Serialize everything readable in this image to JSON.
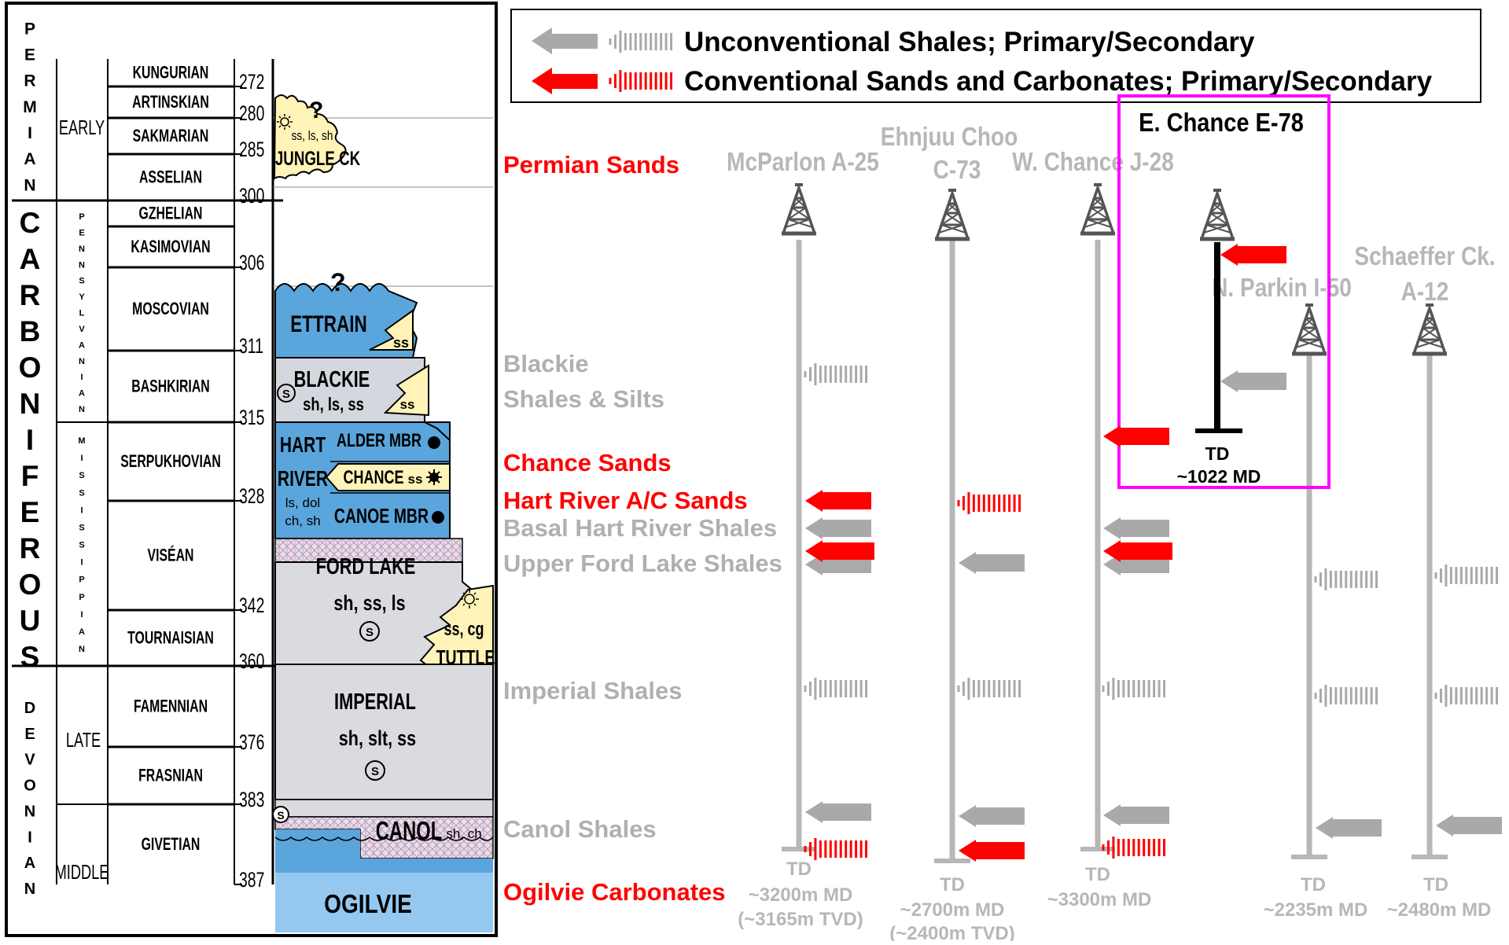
{
  "colors": {
    "unconventional": "#a9a9a9",
    "conventional": "#ff0000",
    "highlight_box": "#ff00ff",
    "ettrain_fill": "#5aa5dc",
    "blackie_fill": "#d4d7de",
    "jungle_fill": "#fff3b8",
    "ogilvie_fill": "#95c8f0",
    "imperial_fill": "#d9dbdf",
    "well_gray": "#b7b7b7"
  },
  "legend": {
    "unconventional": "Unconventional Shales; Primary/Secondary",
    "conventional": "Conventional Sands and Carbonates; Primary/Secondary"
  },
  "stratigraphic_column": {
    "periods": [
      {
        "letters": [
          "P",
          "E",
          "R",
          "M",
          "I",
          "A",
          "N"
        ]
      },
      {
        "letters": [
          "C",
          "A",
          "R",
          "B",
          "O",
          "N",
          "I",
          "F",
          "E",
          "R",
          "O",
          "U",
          "S"
        ]
      },
      {
        "letters": [
          "D",
          "E",
          "V",
          "O",
          "N",
          "I",
          "A",
          "N"
        ]
      }
    ],
    "subperiods": [
      {
        "letters": [
          "P",
          "E",
          "N",
          "N",
          "S",
          "Y",
          "L",
          "V",
          "A",
          "N",
          "I",
          "A",
          "N"
        ]
      },
      {
        "letters": [
          "M",
          "I",
          "S",
          "S",
          "I",
          "S",
          "S",
          "I",
          "P",
          "P",
          "I",
          "A",
          "N"
        ]
      }
    ],
    "epochs": [
      "EARLY",
      "LATE",
      "MIDDLE"
    ],
    "stages": [
      "KUNGURIAN",
      "ARTINSKIAN",
      "SAKMARIAN",
      "ASSELIAN",
      "GZHELIAN",
      "KASIMOVIAN",
      "MOSCOVIAN",
      "BASHKIRIAN",
      "SERPUKHOVIAN",
      "VISÉAN",
      "TOURNAISIAN",
      "FAMENNIAN",
      "FRASNIAN",
      "GIVETIAN"
    ],
    "ages": [
      "272",
      "280",
      "285",
      "300",
      "306",
      "311",
      "315",
      "328",
      "342",
      "360",
      "376",
      "383",
      "387"
    ],
    "formations": {
      "jungle": {
        "name": "JUNGLE CK",
        "lith": "ss, ls, sh"
      },
      "ettrain": {
        "name": "ETTRAIN",
        "lith": "ss"
      },
      "blackie": {
        "name": "BLACKIE",
        "lith": "sh, ls, ss",
        "side": "ss"
      },
      "hart": {
        "name1": "HART",
        "name2": "RIVER",
        "lith1": "ls, dol",
        "lith2": "ch, sh"
      },
      "alder": "ALDER MBR",
      "chance": {
        "name": "CHANCE",
        "lith": "ss"
      },
      "canoe": "CANOE MBR",
      "ford": {
        "name": "FORD LAKE",
        "lith": "sh, ss, ls"
      },
      "tuttle": {
        "name": "TUTTLE",
        "lith": "ss, cg"
      },
      "imperial": {
        "name": "IMPERIAL",
        "lith": "sh, slt, ss"
      },
      "canol": {
        "name": "CANOL",
        "lith": "sh, ch"
      },
      "ogilvie": "OGILVIE",
      "q": "?",
      "s": "S"
    }
  },
  "targets": [
    {
      "label": "Permian Sands",
      "color": "#ff0000"
    },
    {
      "label": "Blackie",
      "color": "#b0b0b0"
    },
    {
      "label": "Shales & Silts",
      "color": "#b0b0b0"
    },
    {
      "label": "Chance Sands",
      "color": "#ff0000"
    },
    {
      "label": "Hart River A/C Sands",
      "color": "#ff0000"
    },
    {
      "label": "Basal Hart River Shales",
      "color": "#b0b0b0"
    },
    {
      "label": "Upper Ford Lake Shales",
      "color": "#b0b0b0"
    },
    {
      "label": "Imperial Shales",
      "color": "#b0b0b0"
    },
    {
      "label": "Canol Shales",
      "color": "#b0b0b0"
    },
    {
      "label": "Ogilvie Carbonates",
      "color": "#ff0000"
    }
  ],
  "wells": [
    {
      "name": "McParlon A-25",
      "td_label": "TD",
      "td_depth": "~3200m MD",
      "td_tvd": "(~3165m TVD)"
    },
    {
      "name1": "Ehnjuu Choo",
      "name2": "C-73",
      "td_label": "TD",
      "td_depth": "~2700m MD",
      "td_tvd": "(~2400m TVD)"
    },
    {
      "name": "W. Chance J-28",
      "td_label": "TD",
      "td_depth": "~3300m MD"
    },
    {
      "name": "E. Chance E-78",
      "td_label": "TD",
      "td_depth": "~1022 MD"
    },
    {
      "name": "N. Parkin I-50",
      "td_label": "TD",
      "td_depth": "~2235m MD"
    },
    {
      "name1": "Schaeffer Ck.",
      "name2": "A-12",
      "td_label": "TD",
      "td_depth": "~2480m MD"
    }
  ]
}
